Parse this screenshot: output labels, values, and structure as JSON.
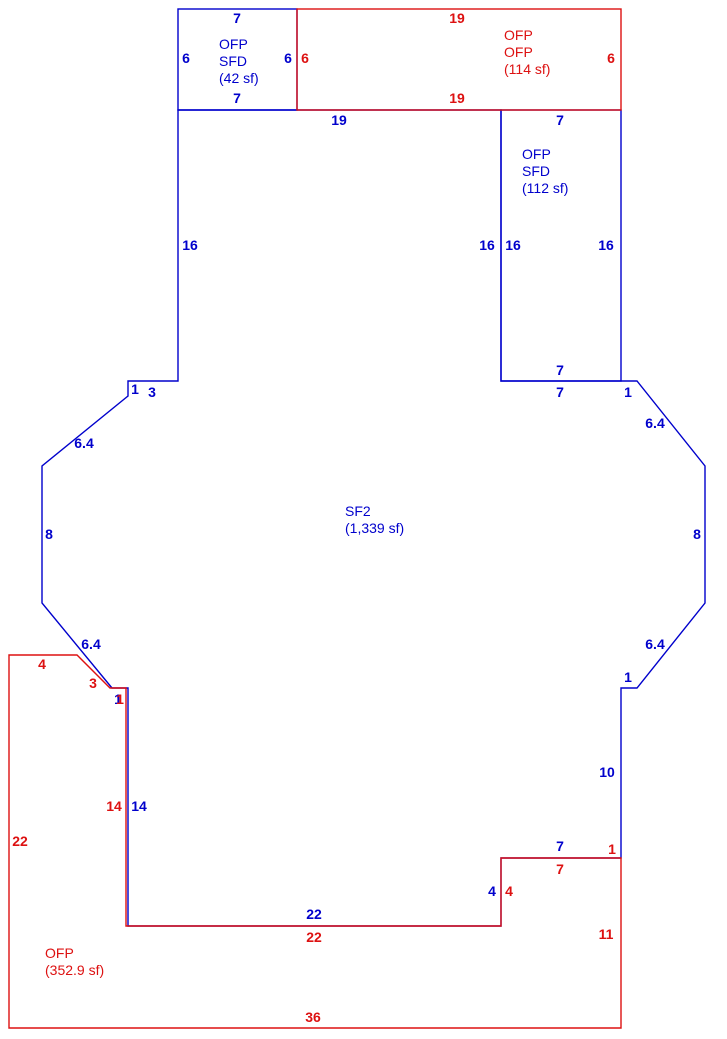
{
  "colors": {
    "blue": "#0000cc",
    "red": "#dd1111",
    "background": "#ffffff"
  },
  "areas": {
    "ofp_sfd_top_left": {
      "line1": "OFP",
      "line2": "SFD",
      "line3": "(42 sf)"
    },
    "ofp_ofp_top_right": {
      "line1": "OFP",
      "line2": "OFP",
      "line3": "(114 sf)"
    },
    "ofp_sfd_right": {
      "line1": "OFP",
      "line2": "SFD",
      "line3": "(112 sf)"
    },
    "sf2_main": {
      "line1": "SF2",
      "line2": "(1,339 sf)"
    },
    "ofp_bottom_left": {
      "line1": "OFP",
      "line2": "(352.9 sf)"
    }
  },
  "dimensions": {
    "blue": {
      "tl_box_top": "7",
      "tl_box_left": "6",
      "tl_box_right": "6",
      "tl_box_bottom": "7",
      "main_top": "19",
      "main_left_upper": "16",
      "main_right_upper": "16",
      "notch_left_1": "1",
      "notch_left_3": "3",
      "diag_upper_left": "6.4",
      "left_8": "8",
      "diag_lower_left": "6.4",
      "lower_left_1": "1",
      "lower_left_14": "14",
      "bottom_22": "22",
      "bottom_right_4": "4",
      "step_7": "7",
      "right_10": "10",
      "lower_right_1": "1",
      "diag_lower_right": "6.4",
      "right_8": "8",
      "diag_upper_right": "6.4",
      "upper_right_1": "1",
      "ne_bottom_7": "7",
      "sfd_right_top": "7",
      "sfd_right_left": "16",
      "sfd_right_right": "16",
      "sfd_right_bottom": "7"
    },
    "red": {
      "tr_top": "19",
      "tr_left": "6",
      "tr_right": "6",
      "tr_bottom": "19",
      "bl_top": "4",
      "bl_diag": "3",
      "bl_1": "1",
      "bl_14": "14",
      "bl_left": "22",
      "bl_inner_22": "22",
      "bl_4": "4",
      "bl_7": "7",
      "bl_1_right": "1",
      "bl_11": "11",
      "bl_bottom": "36"
    }
  }
}
